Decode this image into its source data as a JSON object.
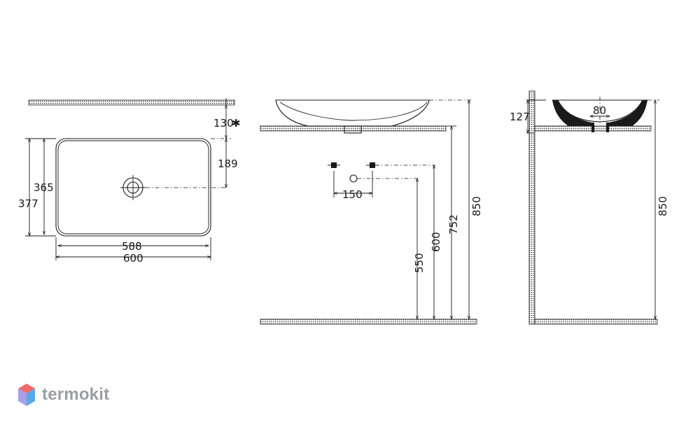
{
  "top_view": {
    "dim_130": "130",
    "dim_130_marker": "✱",
    "dim_189": "189",
    "dim_365": "365",
    "dim_377": "377",
    "dim_588": "588",
    "dim_600": "600"
  },
  "front_view": {
    "dim_150": "150",
    "dim_550": "550",
    "dim_600": "600",
    "dim_752": "752",
    "dim_850": "850"
  },
  "side_view": {
    "dim_127": "127",
    "dim_80": "80",
    "dim_850": "850"
  },
  "brand": {
    "name": "termokit",
    "logo_colors": [
      "#f06a6a",
      "#5aa9e6",
      "#a8a0e8"
    ]
  }
}
